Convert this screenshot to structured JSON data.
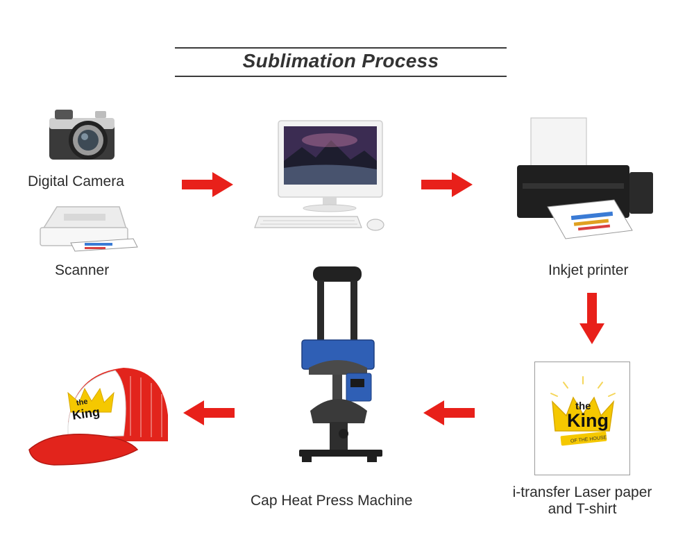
{
  "title": "Sublimation Process",
  "labels": {
    "digital_camera": "Digital Camera",
    "scanner": "Scanner",
    "inkjet_printer": "Inkjet printer",
    "transfer_line1": "i-transfer Laser paper",
    "transfer_line2": "and T-shirt",
    "heat_press": "Cap Heat Press Machine"
  },
  "artwork": {
    "word_the": "the",
    "word_king": "King",
    "word_house": "OF THE HOUSE"
  },
  "colors": {
    "arrow": "#e8201a",
    "press_blue": "#2f5fb5",
    "cap_red": "#e2241c",
    "crown_yellow": "#f5c800"
  }
}
